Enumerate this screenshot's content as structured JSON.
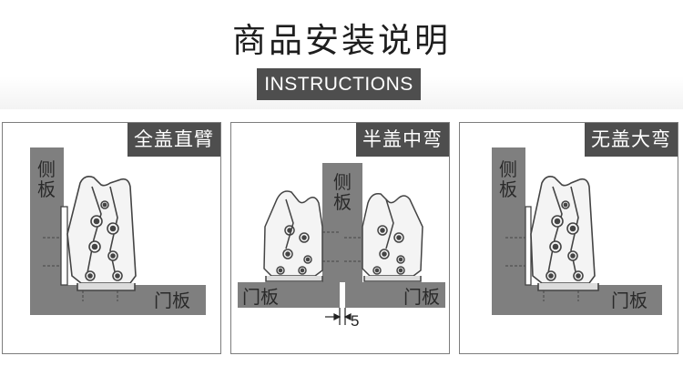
{
  "header": {
    "title": "商品安装说明",
    "subtitle": "INSTRUCTIONS"
  },
  "panels": [
    {
      "tag": "全盖直臂",
      "side_panel_label": "侧板",
      "door_label": "门板"
    },
    {
      "tag": "半盖中弯",
      "side_panel_label": "侧板",
      "door_left_label": "门板",
      "door_right_label": "门板",
      "gap_value": "5"
    },
    {
      "tag": "无盖大弯",
      "side_panel_label": "侧板",
      "door_label": "门板"
    }
  ],
  "colors": {
    "panel_gray": "#7f7f7f",
    "label_bg": "#4e4e4e",
    "hinge_stroke": "#444444",
    "hinge_fill": "#f4f4f4"
  }
}
